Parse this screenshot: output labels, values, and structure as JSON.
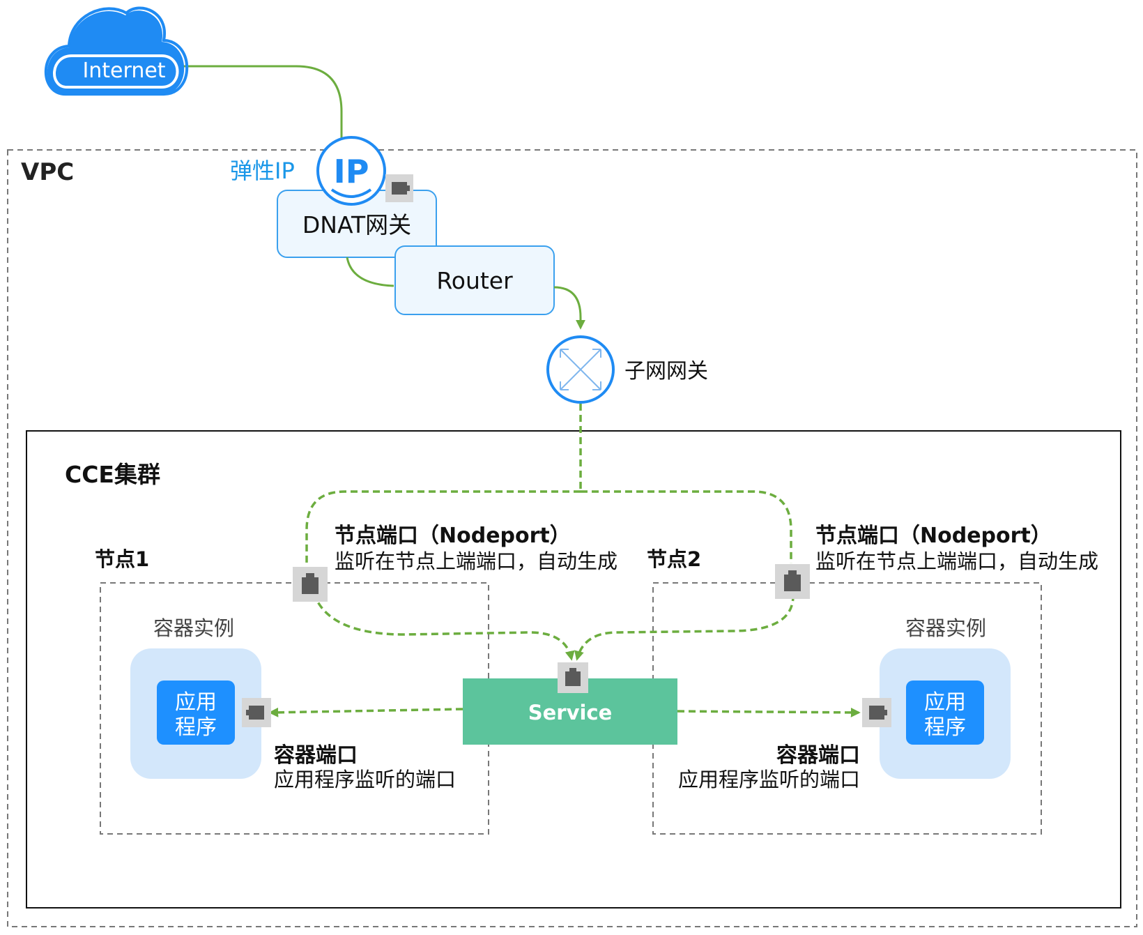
{
  "internet": {
    "label": "Internet"
  },
  "vpc": {
    "label": "VPC"
  },
  "eip": {
    "label": "弹性IP",
    "icon_text": "IP"
  },
  "dnat": {
    "label": "DNAT网关"
  },
  "router": {
    "label": "Router"
  },
  "subnet_gateway": {
    "label": "子网网关"
  },
  "cluster": {
    "label": "CCE集群"
  },
  "nodes": [
    {
      "label": "节点1",
      "nodeport_title": "节点端口（Nodeport）",
      "nodeport_desc": "监听在节点上端端口，自动生成",
      "container_label": "容器实例",
      "app_label_line1": "应用",
      "app_label_line2": "程序",
      "container_port_title": "容器端口",
      "container_port_desc": "应用程序监听的端口"
    },
    {
      "label": "节点2",
      "nodeport_title": "节点端口（Nodeport）",
      "nodeport_desc": "监听在节点上端端口，自动生成",
      "container_label": "容器实例",
      "app_label_line1": "应用",
      "app_label_line2": "程序",
      "container_port_title": "容器端口",
      "container_port_desc": "应用程序监听的端口"
    }
  ],
  "service": {
    "label": "Service"
  },
  "colors": {
    "cloud_blue": "#1f8bf3",
    "accent_blue": "#1a97e8",
    "green_line": "#6cad3f",
    "service_green": "#5cc49c",
    "container_bg": "#d3e7fb",
    "app_blue": "#1e90ff",
    "box_fill": "#eef7fe",
    "box_border": "#3aa0ee",
    "port_gray": "#5a5a5a"
  }
}
